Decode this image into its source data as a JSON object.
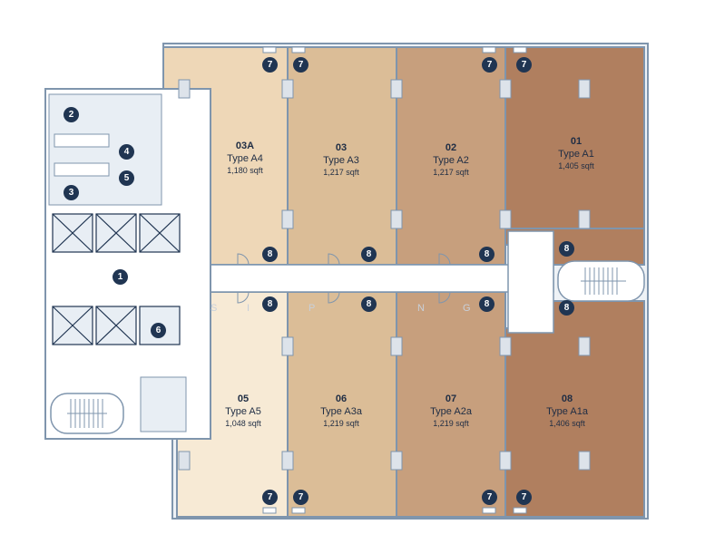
{
  "colors": {
    "wall": "#7f95ad",
    "core": "#dfe6ee",
    "marker": "#203552",
    "text": "#1f2d44",
    "unit_01": "#b07f5f",
    "unit_02": "#c79f7d",
    "unit_03": "#dbbd97",
    "unit_03A": "#eed7b7",
    "unit_05": "#f7ead5",
    "unit_06": "#dbbd97",
    "unit_07": "#c79f7d",
    "unit_08": "#b07f5f"
  },
  "units": [
    {
      "key": "u03a",
      "id": "03A",
      "type": "Type A4",
      "area": "1,180 sqft"
    },
    {
      "key": "u03",
      "id": "03",
      "type": "Type A3",
      "area": "1,217 sqft"
    },
    {
      "key": "u02",
      "id": "02",
      "type": "Type A2",
      "area": "1,217 sqft"
    },
    {
      "key": "u01",
      "id": "01",
      "type": "Type A1",
      "area": "1,405 sqft"
    },
    {
      "key": "u05",
      "id": "05",
      "type": "Type A5",
      "area": "1,048  sqft"
    },
    {
      "key": "u06",
      "id": "06",
      "type": "Type A3a",
      "area": "1,219 sqft"
    },
    {
      "key": "u07",
      "id": "07",
      "type": "Type A2a",
      "area": "1,219 sqft"
    },
    {
      "key": "u08",
      "id": "08",
      "type": "Type A1a",
      "area": "1,406 sqft"
    }
  ],
  "markers": {
    "m1": "1",
    "m2": "2",
    "m3": "3",
    "m4": "4",
    "m5": "5",
    "m6": "6",
    "m7": "7",
    "m8": "8"
  },
  "watermark": [
    "S",
    "I",
    "P",
    "N",
    "G"
  ]
}
